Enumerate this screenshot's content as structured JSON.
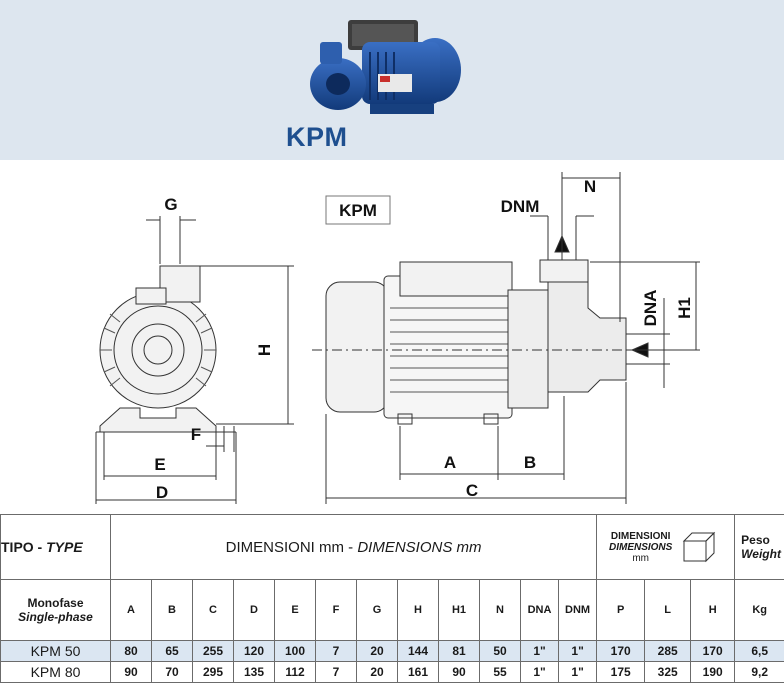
{
  "product": {
    "model_title": "KPM",
    "drawing_label": "KPM"
  },
  "drawing": {
    "front_view": {
      "G": "G",
      "H": "H",
      "E": "E",
      "F": "F",
      "D": "D"
    },
    "side_view": {
      "DNM": "DNM",
      "N": "N",
      "DNA": "DNA",
      "H1": "H1",
      "A": "A",
      "B": "B",
      "C": "C"
    }
  },
  "table": {
    "tipo_label": "TIPO - ",
    "tipo_label_en": "TYPE",
    "dims_label": "DIMENSIONI mm - ",
    "dims_label_en": "DIMENSIONS mm",
    "pack_label": "DIMENSIONI",
    "pack_label_en": "DIMENSIONS",
    "pack_unit": "mm",
    "weight_label": "Peso",
    "weight_label_en": "Weight",
    "phase_label": "Monofase",
    "phase_label_en": "Single-phase",
    "columns": [
      "A",
      "B",
      "C",
      "D",
      "E",
      "F",
      "G",
      "H",
      "H1",
      "N",
      "DNA",
      "DNM",
      "P",
      "L",
      "H",
      "Kg"
    ],
    "rows": [
      {
        "model": "KPM 50",
        "values": [
          "80",
          "65",
          "255",
          "120",
          "100",
          "7",
          "20",
          "144",
          "81",
          "50",
          "1\"",
          "1\"",
          "170",
          "285",
          "170",
          "6,5"
        ]
      },
      {
        "model": "KPM 80",
        "values": [
          "90",
          "70",
          "295",
          "135",
          "112",
          "7",
          "20",
          "161",
          "90",
          "55",
          "1\"",
          "1\"",
          "175",
          "325",
          "190",
          "9,2"
        ]
      }
    ]
  }
}
